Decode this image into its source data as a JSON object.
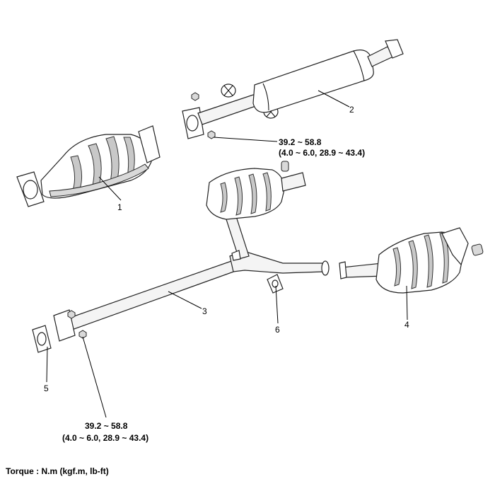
{
  "callouts": [
    "1",
    "2",
    "3",
    "4",
    "5",
    "6"
  ],
  "torque_spec_upper": {
    "value": "39.2 ~ 58.8",
    "conversion": "(4.0 ~ 6.0, 28.9 ~ 43.4)"
  },
  "torque_spec_lower": {
    "value": "39.2 ~ 58.8",
    "conversion": "(4.0 ~ 6.0, 28.9 ~ 43.4)"
  },
  "legend": "Torque : N.m (kgf.m, lb-ft)"
}
